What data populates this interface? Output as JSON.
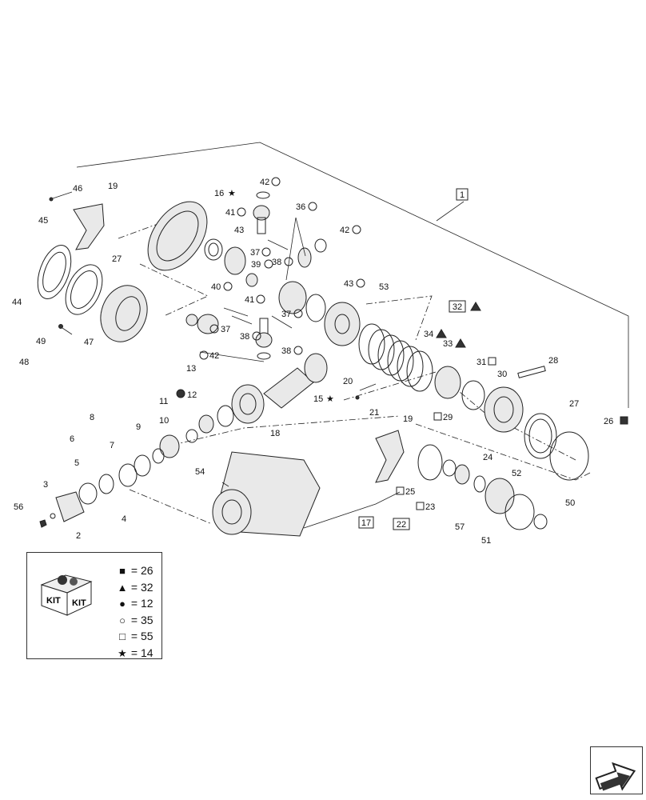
{
  "diagram": {
    "callouts": [
      {
        "id": "c1",
        "label": "1",
        "boxed": true
      },
      {
        "id": "c2",
        "label": "2"
      },
      {
        "id": "c3",
        "label": "3"
      },
      {
        "id": "c4",
        "label": "4"
      },
      {
        "id": "c5",
        "label": "5"
      },
      {
        "id": "c6",
        "label": "6"
      },
      {
        "id": "c7",
        "label": "7"
      },
      {
        "id": "c8",
        "label": "8"
      },
      {
        "id": "c9",
        "label": "9"
      },
      {
        "id": "c10",
        "label": "10"
      },
      {
        "id": "c11",
        "label": "11"
      },
      {
        "id": "c12",
        "label": "12",
        "symbol": "●",
        "symbol_before": true
      },
      {
        "id": "c13",
        "label": "13"
      },
      {
        "id": "c15",
        "label": "15",
        "symbol": "★"
      },
      {
        "id": "c16",
        "label": "16",
        "symbol": "★"
      },
      {
        "id": "c17",
        "label": "17",
        "boxed": true
      },
      {
        "id": "c18",
        "label": "18"
      },
      {
        "id": "c19a",
        "label": "19"
      },
      {
        "id": "c19b",
        "label": "19"
      },
      {
        "id": "c20",
        "label": "20"
      },
      {
        "id": "c21",
        "label": "21"
      },
      {
        "id": "c22",
        "label": "22",
        "boxed": true
      },
      {
        "id": "c23",
        "label": "23",
        "symbol": "□",
        "symbol_before": true
      },
      {
        "id": "c24",
        "label": "24"
      },
      {
        "id": "c25",
        "label": "25",
        "symbol": "□",
        "symbol_before": true
      },
      {
        "id": "c26",
        "label": "26",
        "symbol": "■"
      },
      {
        "id": "c27a",
        "label": "27"
      },
      {
        "id": "c27b",
        "label": "27"
      },
      {
        "id": "c28",
        "label": "28"
      },
      {
        "id": "c29",
        "label": "29",
        "symbol": "□",
        "symbol_before": true
      },
      {
        "id": "c30",
        "label": "30"
      },
      {
        "id": "c31",
        "label": "31",
        "symbol": "□"
      },
      {
        "id": "c32",
        "label": "32",
        "boxed": true,
        "symbol": "▲"
      },
      {
        "id": "c33",
        "label": "33",
        "symbol": "▲"
      },
      {
        "id": "c34",
        "label": "34",
        "symbol": "▲"
      },
      {
        "id": "c36",
        "label": "36",
        "symbol": "○"
      },
      {
        "id": "c37a",
        "label": "37",
        "symbol": "○"
      },
      {
        "id": "c37b",
        "label": "37",
        "symbol": "○",
        "symbol_before": true
      },
      {
        "id": "c37c",
        "label": "37",
        "symbol": "○"
      },
      {
        "id": "c38a",
        "label": "38",
        "symbol": "○"
      },
      {
        "id": "c38b",
        "label": "38",
        "symbol": "○"
      },
      {
        "id": "c38c",
        "label": "38",
        "symbol": "○"
      },
      {
        "id": "c39",
        "label": "39",
        "symbol": "○"
      },
      {
        "id": "c40",
        "label": "40",
        "symbol": "○"
      },
      {
        "id": "c41a",
        "label": "41",
        "symbol": "○"
      },
      {
        "id": "c41b",
        "label": "41",
        "symbol": "○"
      },
      {
        "id": "c42a",
        "label": "42",
        "symbol": "○"
      },
      {
        "id": "c42b",
        "label": "42",
        "symbol": "○"
      },
      {
        "id": "c42c",
        "label": "42",
        "symbol": "○",
        "symbol_before": true
      },
      {
        "id": "c43a",
        "label": "43"
      },
      {
        "id": "c43b",
        "label": "43",
        "symbol": "○"
      },
      {
        "id": "c44",
        "label": "44"
      },
      {
        "id": "c45",
        "label": "45"
      },
      {
        "id": "c46",
        "label": "46"
      },
      {
        "id": "c47",
        "label": "47"
      },
      {
        "id": "c48",
        "label": "48"
      },
      {
        "id": "c49",
        "label": "49"
      },
      {
        "id": "c50",
        "label": "50"
      },
      {
        "id": "c51",
        "label": "51"
      },
      {
        "id": "c52",
        "label": "52"
      },
      {
        "id": "c53",
        "label": "53"
      },
      {
        "id": "c54",
        "label": "54"
      },
      {
        "id": "c56",
        "label": "56"
      },
      {
        "id": "c57",
        "label": "57"
      }
    ]
  },
  "legend": {
    "kit_text_1": "KIT",
    "kit_text_2": "KIT",
    "items": [
      {
        "symbol": "■",
        "text": "= 26"
      },
      {
        "symbol": "▲",
        "text": "= 32"
      },
      {
        "symbol": "●",
        "text": "= 12"
      },
      {
        "symbol": "○",
        "text": "= 35"
      },
      {
        "symbol": "□",
        "text": "= 55"
      },
      {
        "symbol": "★",
        "text": "= 14"
      }
    ]
  },
  "navigation": {
    "icon": "arrow-icon"
  }
}
